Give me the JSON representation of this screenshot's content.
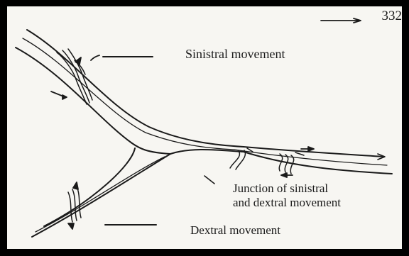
{
  "page_number": "332",
  "labels": {
    "sinistral": "Sinistral movement",
    "junction_line1": "Junction of sinistral",
    "junction_line2": "and dextral movement",
    "dextral": "Dextral movement"
  },
  "colors": {
    "ink": "#1a1a1a",
    "paper": "#f7f6f2",
    "border": "#000000"
  }
}
